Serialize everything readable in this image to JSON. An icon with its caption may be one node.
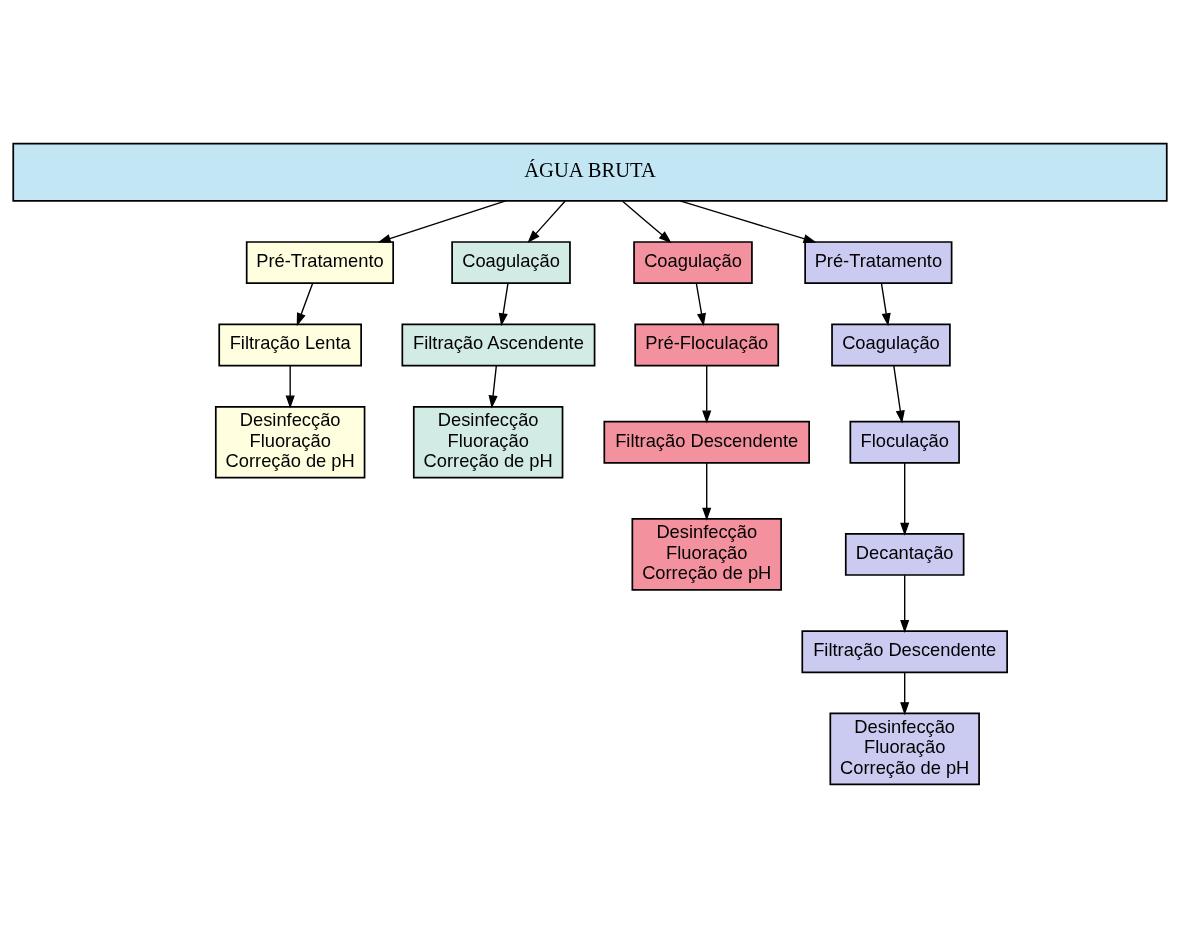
{
  "diagram": {
    "nodes": [
      {
        "text": [
          "ÁGUA BRUTA"
        ]
      },
      {
        "text": [
          "Pré-Tratamento"
        ]
      },
      {
        "text": [
          "Filtração Lenta"
        ]
      },
      {
        "text": [
          "Desinfecção",
          "Fluoração",
          "Correção de pH"
        ]
      },
      {
        "text": [
          "Coagulação"
        ]
      },
      {
        "text": [
          "Filtração Ascendente"
        ]
      },
      {
        "text": [
          "Desinfecção",
          "Fluoração",
          "Correção de pH"
        ]
      },
      {
        "text": [
          "Coagulação"
        ]
      },
      {
        "text": [
          "Pré-Floculação"
        ]
      },
      {
        "text": [
          "Filtração Descendente"
        ]
      },
      {
        "text": [
          "Desinfecção",
          "Fluoração",
          "Correção de pH"
        ]
      },
      {
        "text": [
          "Pré-Tratamento"
        ]
      },
      {
        "text": [
          "Coagulação"
        ]
      },
      {
        "text": [
          "Floculação"
        ]
      },
      {
        "text": [
          "Decantação"
        ]
      },
      {
        "text": [
          "Filtração Descendente"
        ]
      },
      {
        "text": [
          "Desinfecção",
          "Fluoração",
          "Correção de pH"
        ]
      }
    ],
    "edges": [
      {
        "from": 0,
        "to": 1,
        "arrow": "to"
      },
      {
        "from": 1,
        "to": 2,
        "arrow": "to"
      },
      {
        "from": 2,
        "to": 3,
        "arrow": "to"
      },
      {
        "from": 0,
        "to": 4,
        "arrow": "to"
      },
      {
        "from": 4,
        "to": 5,
        "arrow": "to"
      },
      {
        "from": 5,
        "to": 6,
        "arrow": "to"
      },
      {
        "from": 0,
        "to": 7,
        "arrow": "to"
      },
      {
        "from": 7,
        "to": 8,
        "arrow": "to"
      },
      {
        "from": 8,
        "to": 9,
        "arrow": "to"
      },
      {
        "from": 9,
        "to": 10,
        "arrow": "to"
      },
      {
        "from": 0,
        "to": 11,
        "arrow": "to"
      },
      {
        "from": 11,
        "to": 12,
        "arrow": "to"
      },
      {
        "from": 12,
        "to": 13,
        "arrow": "to"
      },
      {
        "from": 13,
        "to": 14,
        "arrow": "to"
      },
      {
        "from": 14,
        "to": 15,
        "arrow": "to"
      },
      {
        "from": 15,
        "to": 16,
        "arrow": "to"
      }
    ]
  }
}
